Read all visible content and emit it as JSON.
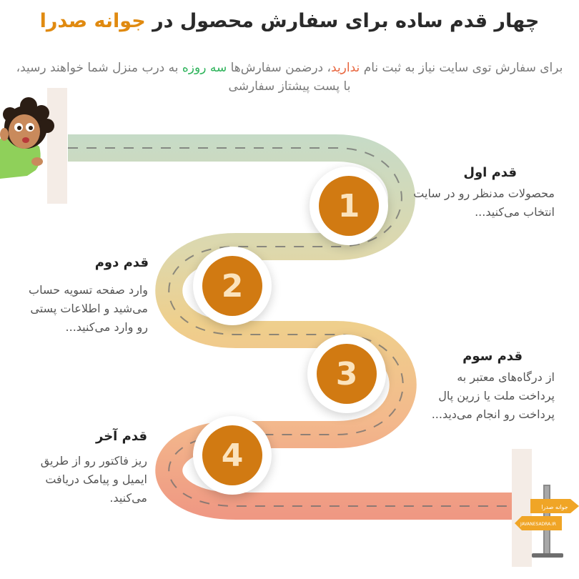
{
  "header": {
    "title_prefix": "چهار قدم ساده برای سفارش محصول در",
    "title_brand": "جوانه صدرا",
    "intro_part1": "برای سفارش توی سایت نیاز به ثبت نام",
    "intro_red": "ندارید",
    "intro_part2": "، درضمن سفارش‌ها",
    "intro_green": "سه روزه",
    "intro_part3": "به درب منزل شما خواهند رسید، با پست پیشتاز سفارشی"
  },
  "steps": [
    {
      "number": "1",
      "title": "قدم اول",
      "desc": "محصولات مدنظر رو در سایت انتخاب می‌کنید..."
    },
    {
      "number": "2",
      "title": "قدم دوم",
      "desc": "وارد صفحه تسویه حساب می‌شید و اطلاعات پستی رو وارد می‌کنید..."
    },
    {
      "number": "3",
      "title": "قدم سوم",
      "desc": "از درگاه‌های معتبر به پرداخت ملت یا زرین پال پرداخت رو انجام می‌دید..."
    },
    {
      "number": "4",
      "title": "قدم آخر",
      "desc": "ریز فاکتور رو از طریق ایمیل و پیامک دریافت می‌کنید."
    }
  ],
  "signpost": {
    "sign1": "جوانه صدرا",
    "sign2": "JAVANESADRA.IR"
  },
  "colors": {
    "brand": "#e08a10",
    "badge": "#d17a12",
    "road_start": "#c8dcc6",
    "road_end": "#ee9a86"
  }
}
